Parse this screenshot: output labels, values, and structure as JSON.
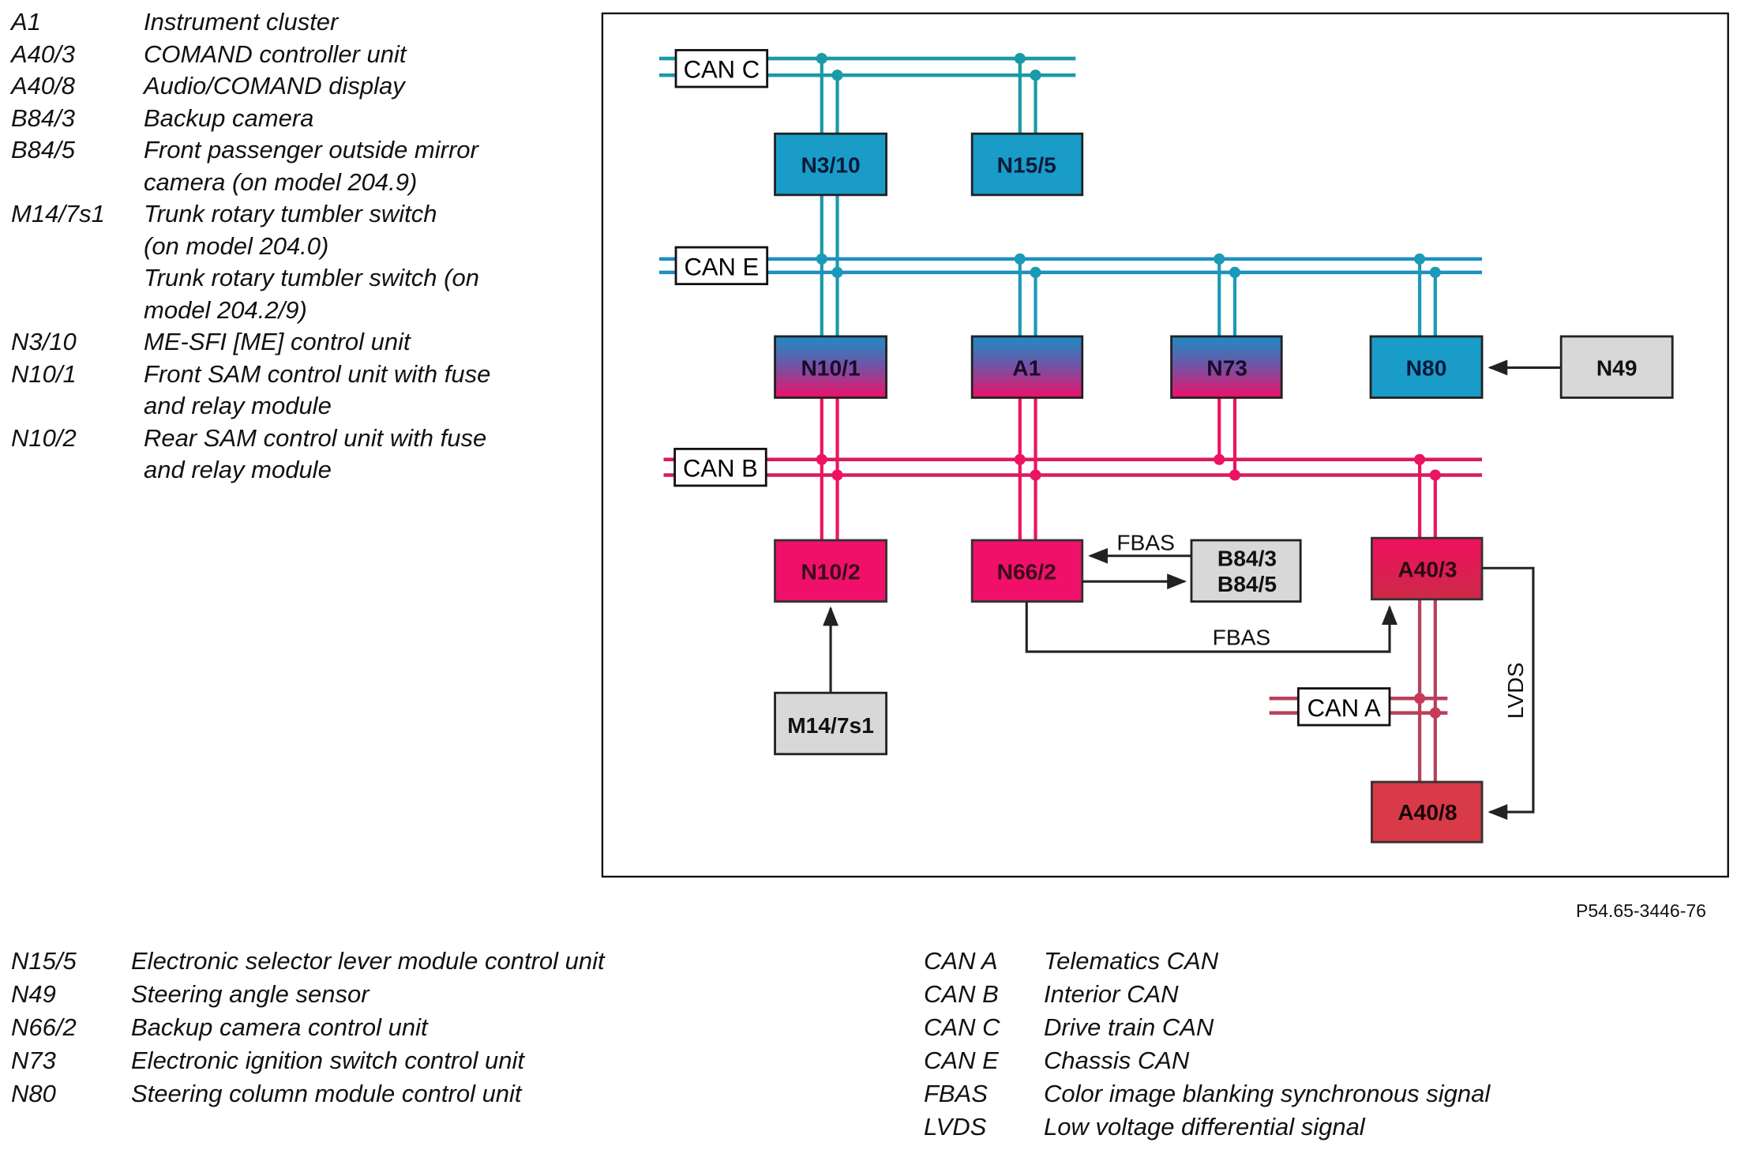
{
  "legend_top": [
    {
      "code": "A1",
      "desc": [
        "Instrument cluster"
      ]
    },
    {
      "code": "A40/3",
      "desc": [
        "COMAND controller unit"
      ]
    },
    {
      "code": "A40/8",
      "desc": [
        "Audio/COMAND display"
      ]
    },
    {
      "code": "B84/3",
      "desc": [
        "Backup camera"
      ]
    },
    {
      "code": "B84/5",
      "desc": [
        "Front passenger outside mirror",
        "camera (on model 204.9)"
      ]
    },
    {
      "code": "M14/7s1",
      "desc": [
        "Trunk rotary tumbler switch",
        "(on model 204.0)",
        "Trunk rotary tumbler switch (on",
        "model 204.2/9)"
      ]
    },
    {
      "code": "N3/10",
      "desc": [
        "ME-SFI [ME] control unit"
      ]
    },
    {
      "code": "N10/1",
      "desc": [
        "Front SAM control unit with fuse",
        "and relay module"
      ]
    },
    {
      "code": "N10/2",
      "desc": [
        "Rear SAM control unit with fuse",
        "and relay module"
      ]
    }
  ],
  "legend_bottom_left": [
    {
      "code": "N15/5",
      "desc": "Electronic selector lever module control unit"
    },
    {
      "code": "N49",
      "desc": "Steering angle sensor"
    },
    {
      "code": "N66/2",
      "desc": "Backup camera control unit"
    },
    {
      "code": "N73",
      "desc": "Electronic ignition switch control unit"
    },
    {
      "code": "N80",
      "desc": "Steering column module control unit"
    }
  ],
  "legend_bottom_right": [
    {
      "code": "CAN A",
      "desc": "Telematics CAN"
    },
    {
      "code": "CAN B",
      "desc": "Interior CAN"
    },
    {
      "code": "CAN C",
      "desc": "Drive train CAN"
    },
    {
      "code": "CAN E",
      "desc": "Chassis CAN"
    },
    {
      "code": "FBAS",
      "desc": "Color image blanking synchronous signal"
    },
    {
      "code": "LVDS",
      "desc": "Low voltage differential signal"
    }
  ],
  "figure_id": "P54.65-3446-76",
  "colors": {
    "can_c": "#1a9aa8",
    "can_e": "#1e8fc0",
    "can_b": "#e8185e",
    "can_a": "#b8405a",
    "blue_box": "#1a9cc8",
    "pink_box": "#f0106a",
    "red_box": "#d83a48",
    "gray_box": "#d8d8d8"
  },
  "diagram": {
    "buses": {
      "can_c": "CAN C",
      "can_e": "CAN E",
      "can_b": "CAN B",
      "can_a": "CAN A"
    },
    "modules": {
      "n3_10": "N3/10",
      "n15_5": "N15/5",
      "n10_1": "N10/1",
      "a1": "A1",
      "n73": "N73",
      "n80": "N80",
      "n49": "N49",
      "n10_2": "N10/2",
      "n66_2": "N66/2",
      "b84_3": "B84/3",
      "b84_5": "B84/5",
      "a40_3": "A40/3",
      "m14_7s1": "M14/7s1",
      "a40_8": "A40/8"
    },
    "signals": {
      "fbas_top": "FBAS",
      "fbas_bottom": "FBAS",
      "lvds": "LVDS"
    }
  }
}
